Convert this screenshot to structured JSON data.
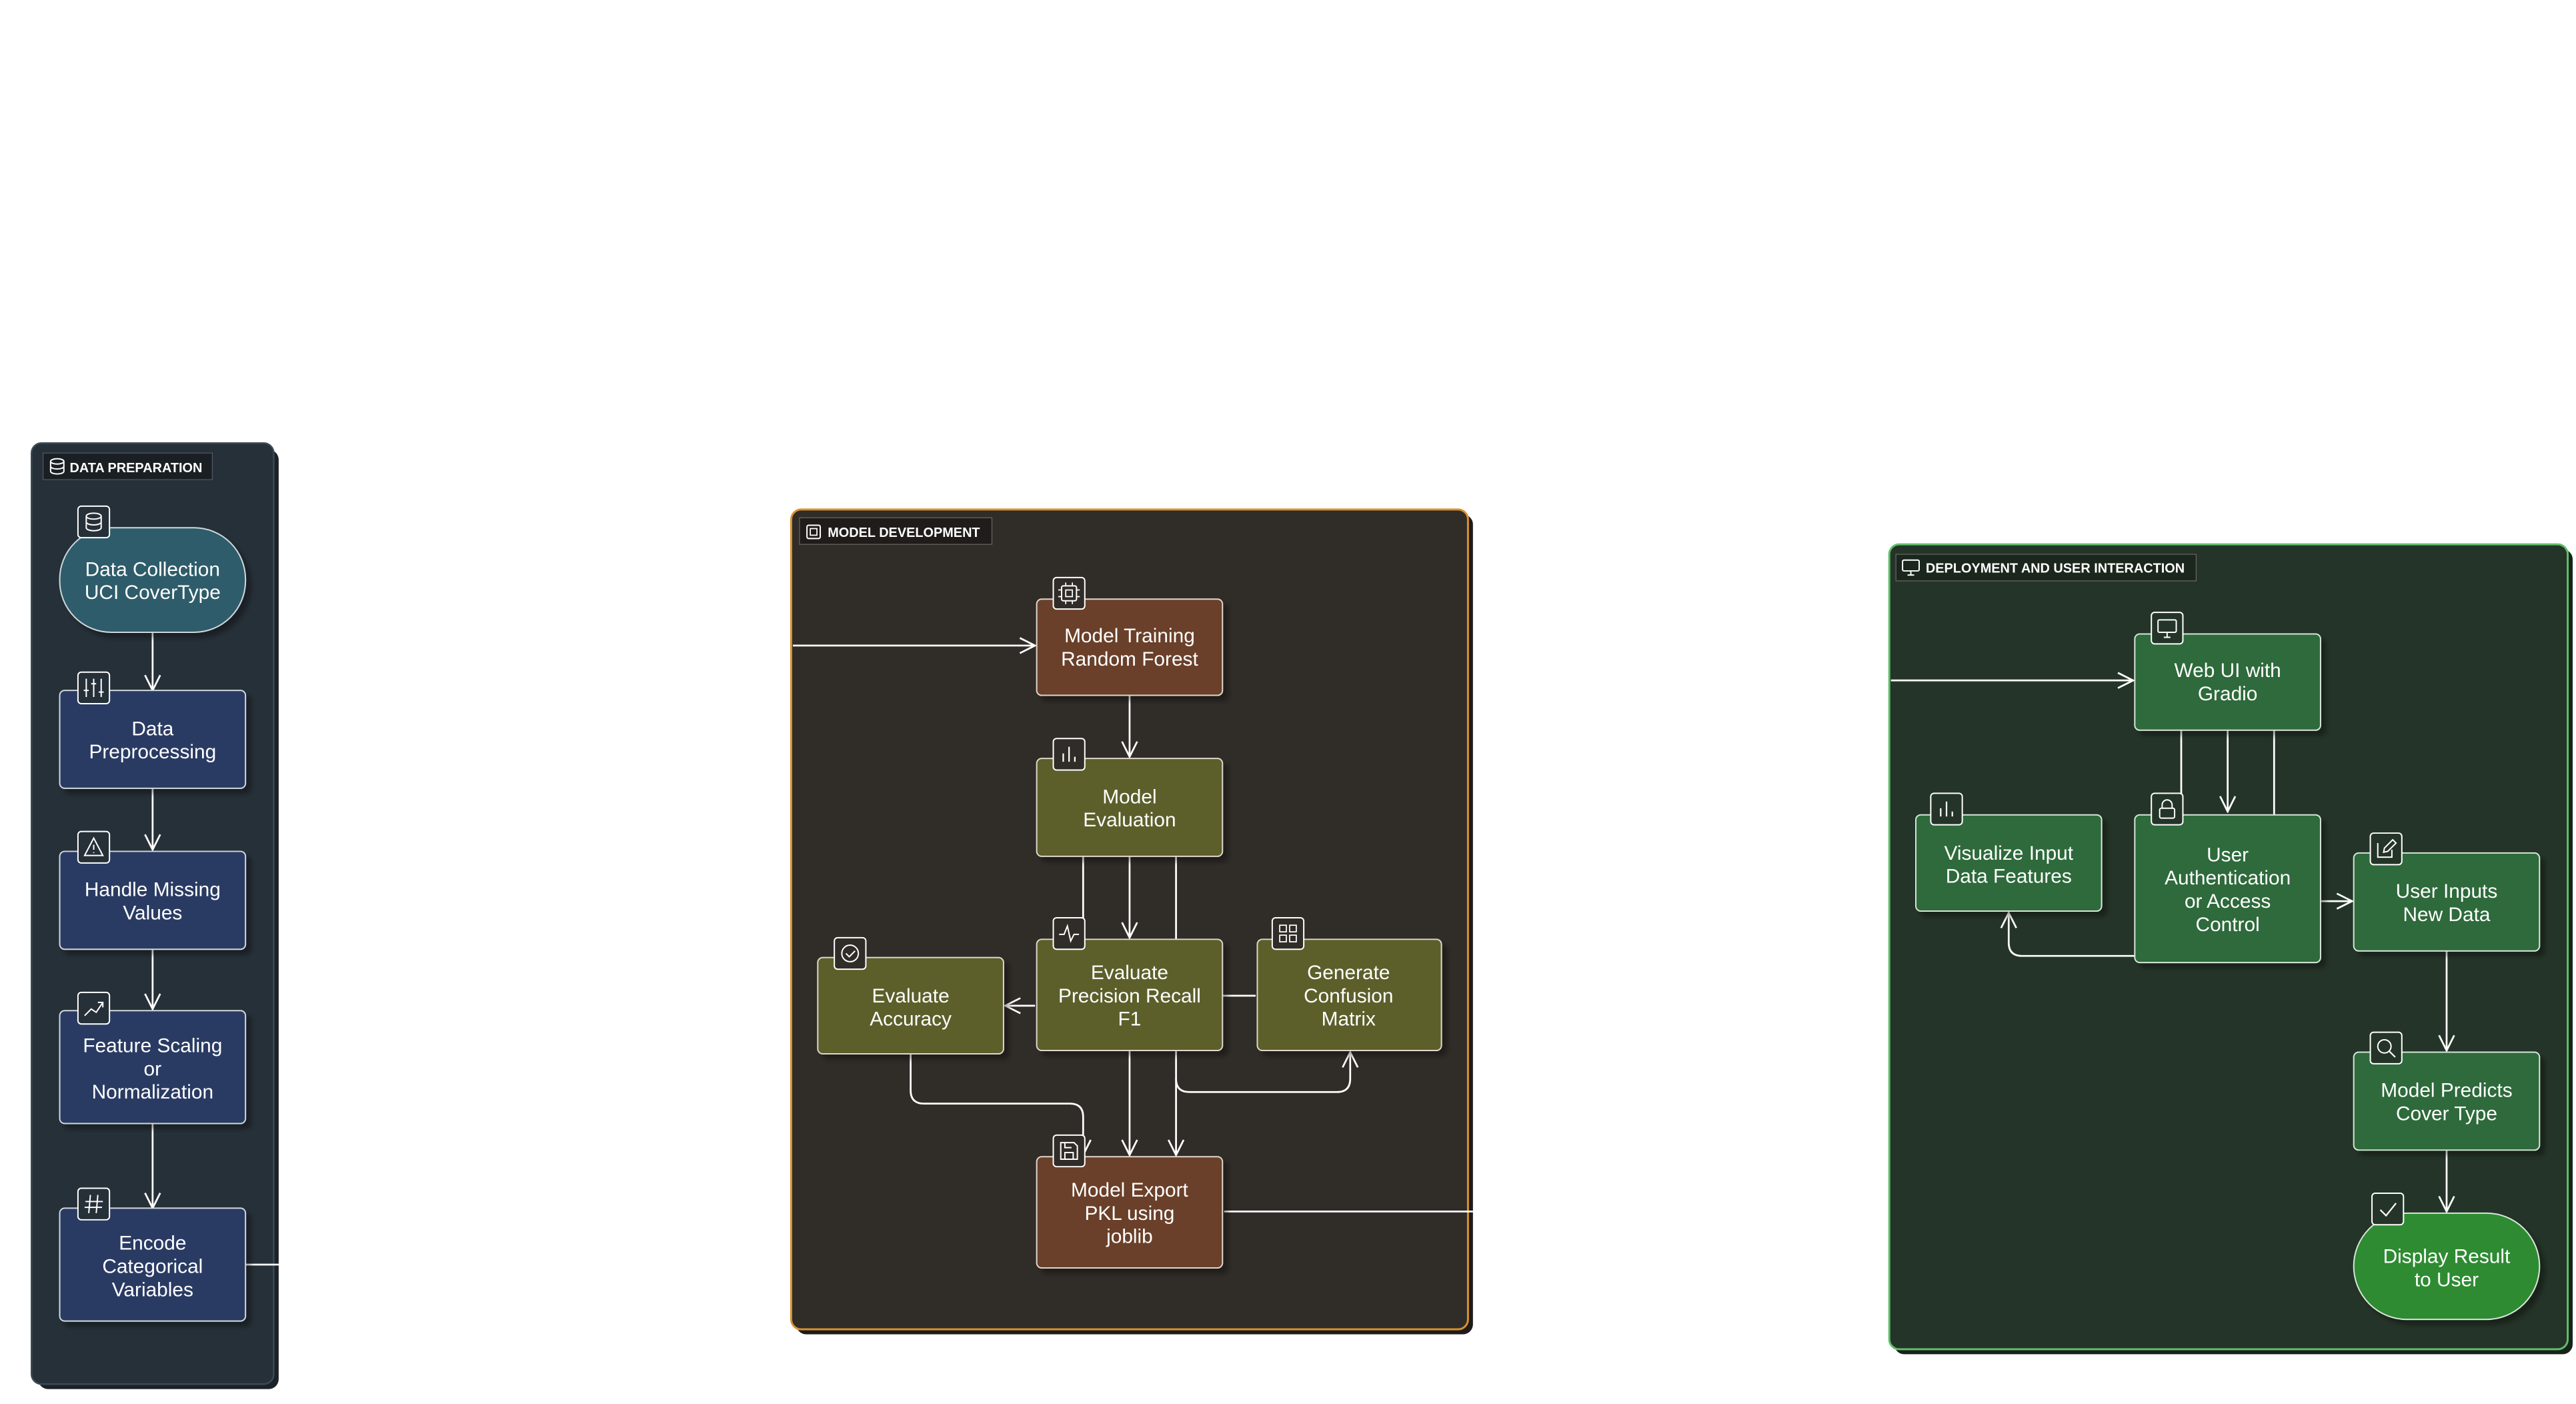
{
  "groups": {
    "data_prep": {
      "title": "DATA PREPARATION",
      "icon": "database-icon"
    },
    "model_dev": {
      "title": "MODEL DEVELOPMENT",
      "icon": "cpu-icon"
    },
    "deploy": {
      "title": "DEPLOYMENT AND USER INTERACTION",
      "icon": "monitor-icon"
    }
  },
  "nodes": {
    "data_collection": {
      "lines": [
        "Data Collection",
        "UCI CoverType"
      ],
      "icon": "database-icon"
    },
    "data_preprocessing": {
      "lines": [
        "Data",
        "Preprocessing"
      ],
      "icon": "sliders-icon"
    },
    "handle_missing": {
      "lines": [
        "Handle Missing",
        "Values"
      ],
      "icon": "warning-icon"
    },
    "feature_scaling": {
      "lines": [
        "Feature Scaling",
        "or",
        "Normalization"
      ],
      "icon": "trending-up-icon"
    },
    "encode_categorical": {
      "lines": [
        "Encode",
        "Categorical",
        "Variables"
      ],
      "icon": "hash-icon"
    },
    "model_training": {
      "lines": [
        "Model Training",
        "Random Forest"
      ],
      "icon": "cpu-icon"
    },
    "model_evaluation": {
      "lines": [
        "Model",
        "Evaluation"
      ],
      "icon": "bar-chart-icon"
    },
    "evaluate_accuracy": {
      "lines": [
        "Evaluate",
        "Accuracy"
      ],
      "icon": "check-circle-icon"
    },
    "evaluate_prf": {
      "lines": [
        "Evaluate",
        "Precision Recall",
        "F1"
      ],
      "icon": "activity-icon"
    },
    "confusion_matrix": {
      "lines": [
        "Generate",
        "Confusion",
        "Matrix"
      ],
      "icon": "grid-icon"
    },
    "model_export": {
      "lines": [
        "Model Export",
        "PKL using",
        "joblib"
      ],
      "icon": "save-icon"
    },
    "web_ui": {
      "lines": [
        "Web UI with",
        "Gradio"
      ],
      "icon": "monitor-icon"
    },
    "user_auth": {
      "lines": [
        "User",
        "Authentication",
        "or Access",
        "Control"
      ],
      "icon": "lock-icon"
    },
    "visualize_input": {
      "lines": [
        "Visualize Input",
        "Data Features"
      ],
      "icon": "bar-chart-icon"
    },
    "user_inputs": {
      "lines": [
        "User Inputs",
        "New Data"
      ],
      "icon": "edit-icon"
    },
    "model_predicts": {
      "lines": [
        "Model Predicts",
        "Cover Type"
      ],
      "icon": "search-icon"
    },
    "display_result": {
      "lines": [
        "Display Result",
        "to User"
      ],
      "icon": "check-icon"
    }
  },
  "colors": {
    "group_bg_data": "#263038",
    "group_bg_model": "#302c28",
    "group_bg_deploy": "#253428",
    "border_model": "#d9922e",
    "border_deploy": "#5fbf6a",
    "node_teal": "#2f5c6b",
    "node_navy": "#2b3b63",
    "node_brown": "#6b3f2a",
    "node_olive": "#5c5f2a",
    "node_green": "#2f6a3a",
    "node_bright_green": "#2e8b33",
    "edge": "#ffffff"
  }
}
